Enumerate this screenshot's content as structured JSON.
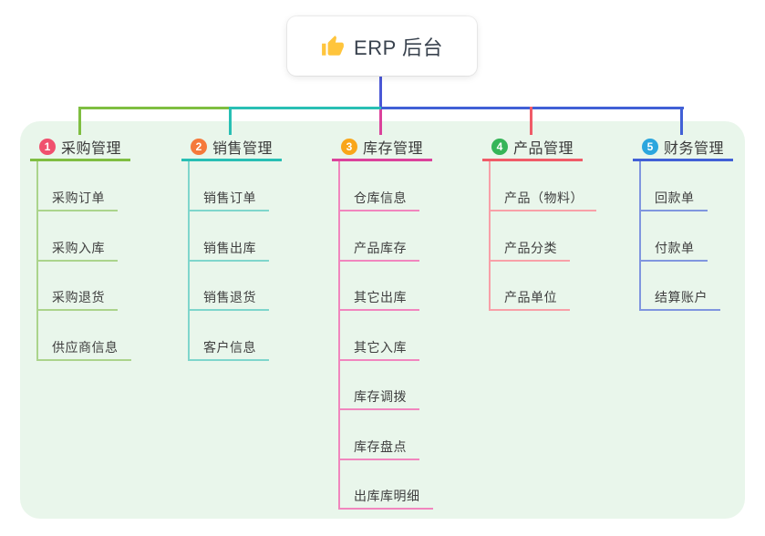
{
  "root": {
    "label": "ERP 后台",
    "icon": "thumbs-up"
  },
  "colors": {
    "page_bg": "#FFFFFF",
    "panel_bg": "#E9F6EB",
    "root_connector": "#4B58D6",
    "root_text": "#39424E",
    "thumb_icon": "#FFC53D"
  },
  "branches": [
    {
      "index": "1",
      "label": "采购管理",
      "badge_color": "#F0506E",
      "line_color": "#7FBE41",
      "light_line_color": "#ABD48C",
      "children": [
        "采购订单",
        "采购入库",
        "采购退货",
        "供应商信息"
      ]
    },
    {
      "index": "2",
      "label": "销售管理",
      "badge_color": "#F5793B",
      "line_color": "#28BFB4",
      "light_line_color": "#7FD6CC",
      "children": [
        "销售订单",
        "销售出库",
        "销售退货",
        "客户信息"
      ]
    },
    {
      "index": "3",
      "label": "库存管理",
      "badge_color": "#F9A61A",
      "line_color": "#DB429B",
      "light_line_color": "#F186BE",
      "children": [
        "仓库信息",
        "产品库存",
        "其它出库",
        "其它入库",
        "库存调拨",
        "库存盘点",
        "出库库明细"
      ]
    },
    {
      "index": "4",
      "label": "产品管理",
      "badge_color": "#35B558",
      "line_color": "#F05B68",
      "light_line_color": "#F8A0A8",
      "children": [
        "产品（物料）",
        "产品分类",
        "产品单位"
      ]
    },
    {
      "index": "5",
      "label": "财务管理",
      "badge_color": "#2BA6DE",
      "line_color": "#4160D6",
      "light_line_color": "#8096DF",
      "children": [
        "回款单",
        "付款单",
        "结算账户"
      ]
    }
  ]
}
